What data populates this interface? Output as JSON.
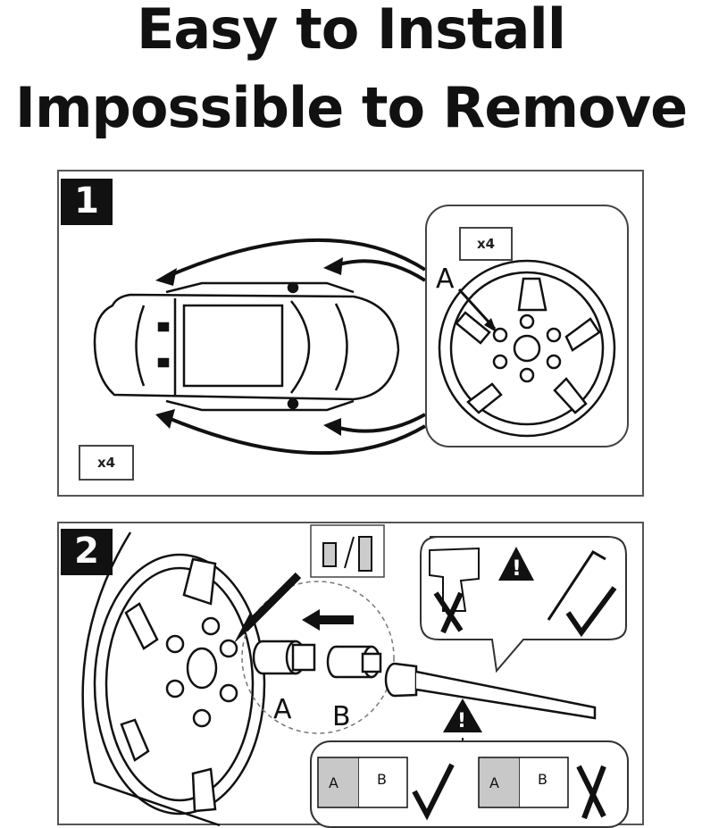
{
  "title": {
    "line1": "Easy to Install",
    "line2": "Impossible to Remove"
  },
  "step1": {
    "number": "1",
    "qty_car": "x4",
    "qty_wheel": "x4",
    "label_a": "A"
  },
  "step2": {
    "number": "2",
    "label_a": "A",
    "label_b": "B",
    "insert_label_a": "A",
    "insert_label_b": "B",
    "insert_label_a2": "A",
    "insert_label_b2": "B"
  },
  "colors": {
    "ink": "#111111",
    "border": "#555555",
    "insert_gray": "#c8c8c8"
  }
}
